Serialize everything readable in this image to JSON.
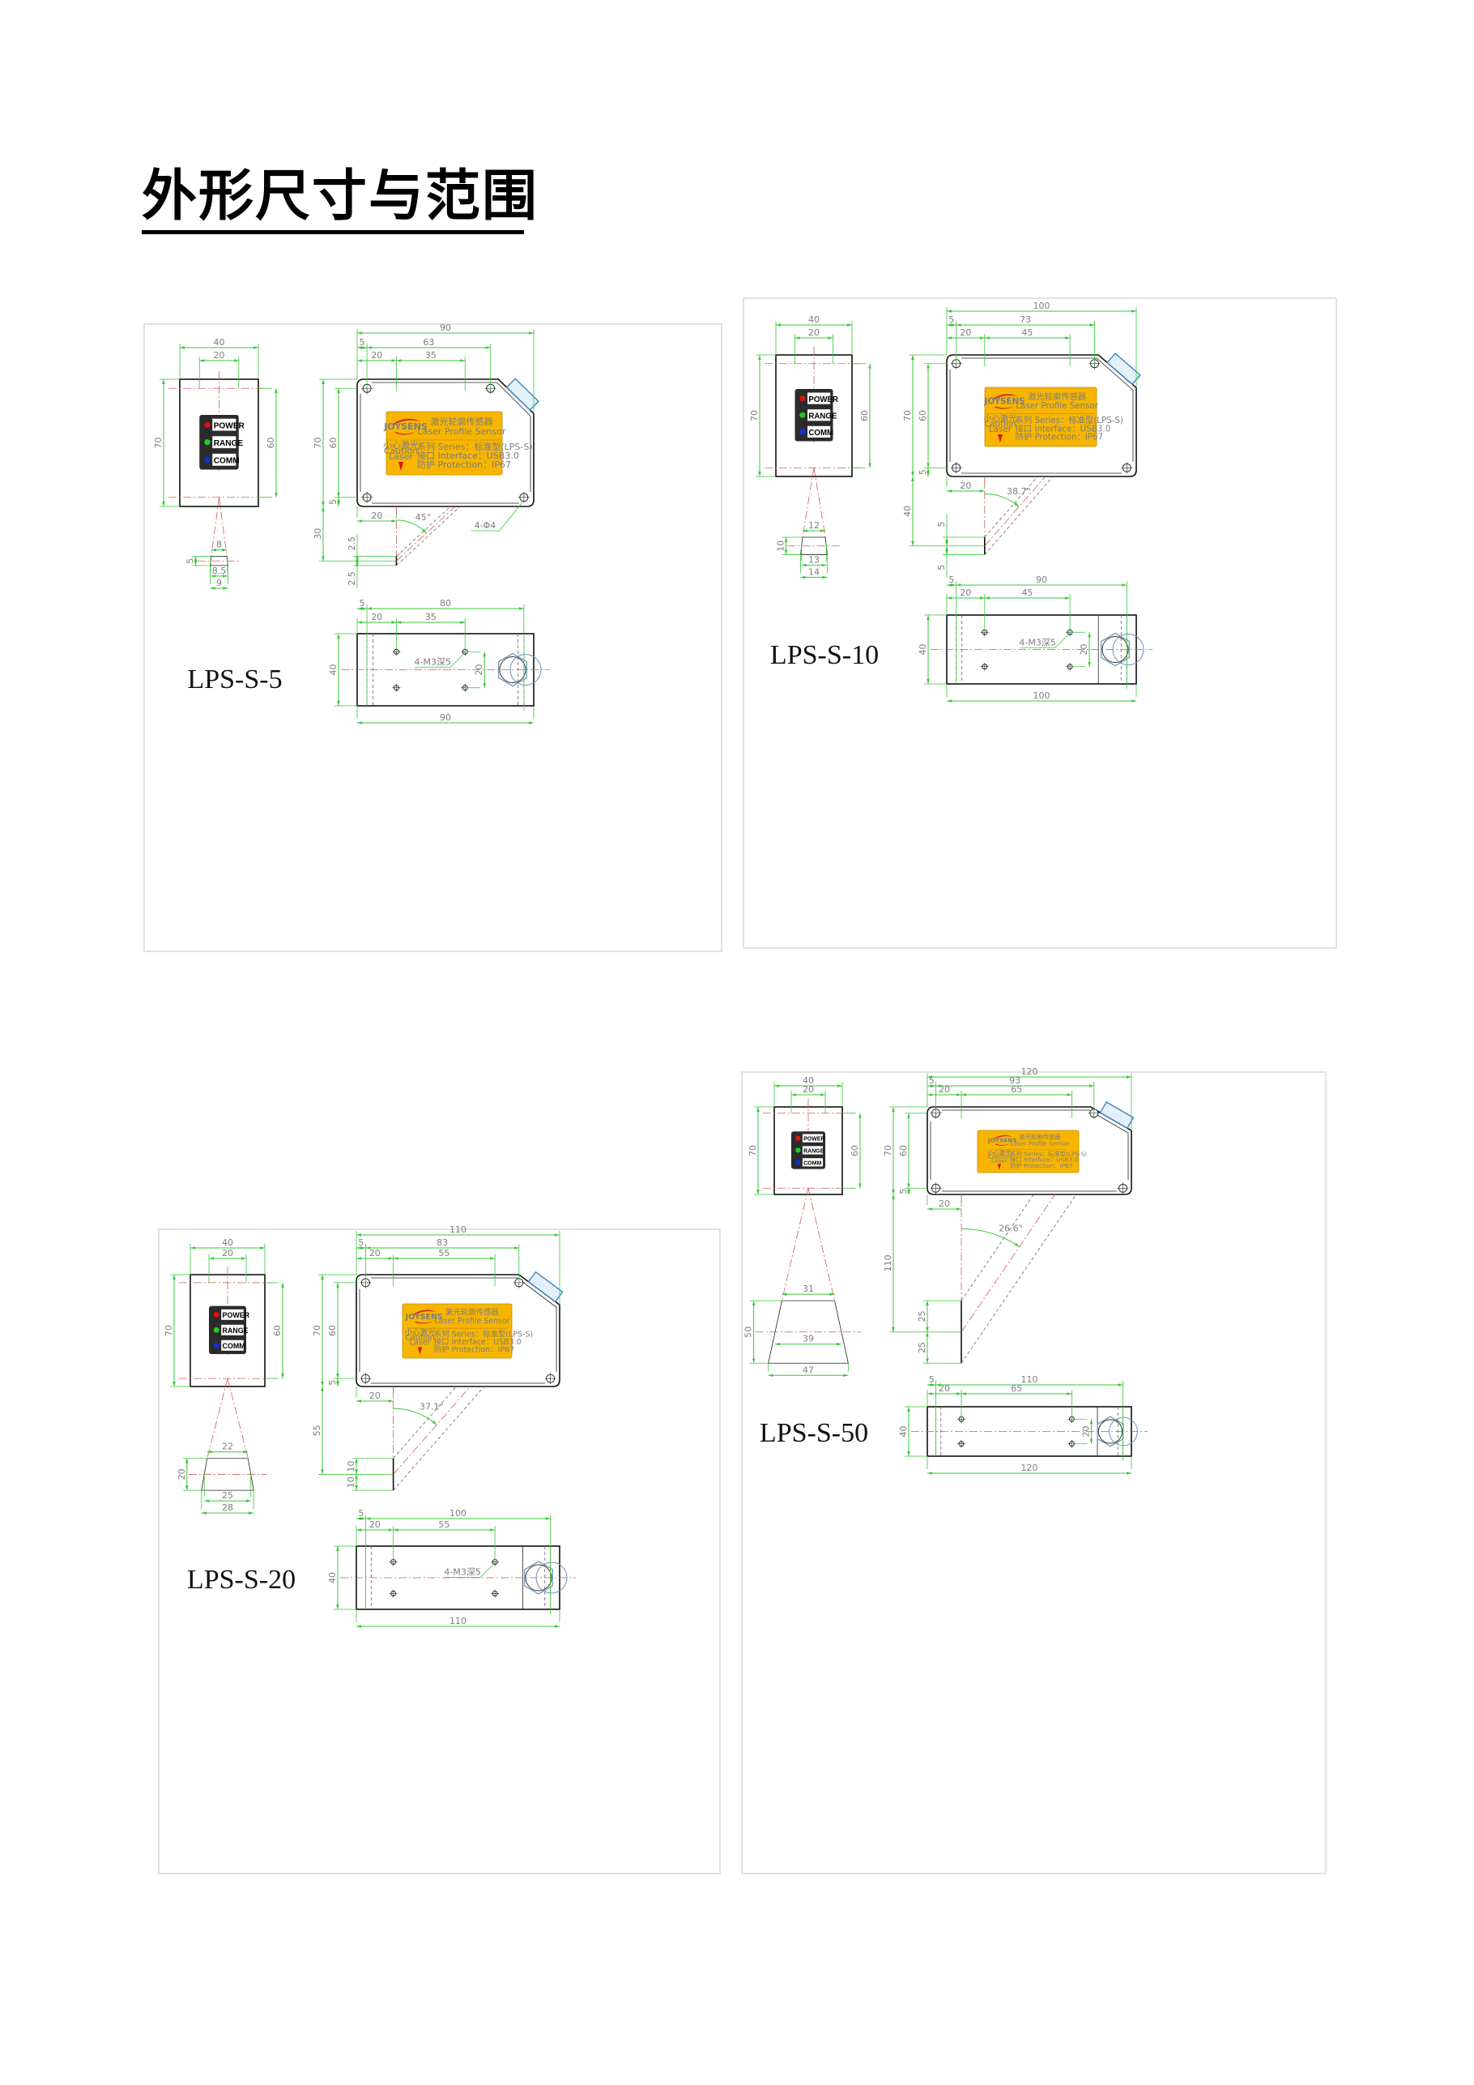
{
  "title": "外形尺寸与范围",
  "indicators": [
    {
      "label": "POWER",
      "color": "#e01010"
    },
    {
      "label": "RANGE",
      "color": "#22cc22"
    },
    {
      "label": "COMM",
      "color": "#1030e0"
    }
  ],
  "label_plate": {
    "brand": "JOYSENS",
    "cn_title": "激光轮廓传感器",
    "en_title": "Laser Profile Sensor",
    "caution_cn": "小心激光",
    "caution_en1": "Caution",
    "caution_en2": "Laser",
    "series": "系列 Series：标准型(LPS-S)",
    "interface": "接口 Interface：USB3.0",
    "protection": "防护 Protection：IP67"
  },
  "colors": {
    "dimension": "#37c837",
    "plate": "#f7b500",
    "centerline": "#d05a5a",
    "connector": "#3a86c8"
  },
  "models": [
    {
      "name": "LPS-S-5",
      "front": {
        "width": "40",
        "inner": "20",
        "height": "70",
        "hole_span": "60"
      },
      "beam": {
        "near": "8",
        "mid": "8.5",
        "far": "9",
        "range": "5"
      },
      "side": {
        "length": "90",
        "offset": "5",
        "hole_span": "63",
        "laser_x": "20",
        "mount_span": "35",
        "height": "70",
        "inner": "60",
        "edge": "5",
        "laser_x2": "20",
        "standoff": "30",
        "range_a": "2.5",
        "range_b": "2.5",
        "angle": "45°",
        "holes": "4-Φ4"
      },
      "bottom": {
        "offset": "5",
        "span": "80",
        "x1": "20",
        "x2": "35",
        "height": "40",
        "hole_spacing": "20",
        "length": "90",
        "threads": "4-M3深5"
      }
    },
    {
      "name": "LPS-S-10",
      "front": {
        "width": "40",
        "inner": "20",
        "height": "70",
        "hole_span": "60"
      },
      "beam": {
        "near": "12",
        "mid": "13",
        "far": "14",
        "range": "10"
      },
      "side": {
        "length": "100",
        "offset": "5",
        "hole_span": "73",
        "laser_x": "20",
        "mount_span": "45",
        "height": "70",
        "inner": "60",
        "edge": "5",
        "laser_x2": "20",
        "standoff": "40",
        "range_a": "5",
        "range_b": "5",
        "angle": "38.7°"
      },
      "bottom": {
        "offset": "5",
        "span": "90",
        "x1": "20",
        "x2": "45",
        "height": "40",
        "hole_spacing": "20",
        "length": "100",
        "threads": "4-M3深5"
      }
    },
    {
      "name": "LPS-S-20",
      "front": {
        "width": "40",
        "inner": "20",
        "height": "70",
        "hole_span": "60"
      },
      "beam": {
        "near": "22",
        "mid": "25",
        "far": "28",
        "range": "20"
      },
      "side": {
        "length": "110",
        "offset": "5",
        "hole_span": "83",
        "laser_x": "20",
        "mount_span": "55",
        "height": "70",
        "inner": "60",
        "edge": "5",
        "laser_x2": "20",
        "standoff": "55",
        "range_a": "10",
        "range_b": "10",
        "angle": "37.1°"
      },
      "bottom": {
        "offset": "5",
        "span": "100",
        "x1": "20",
        "x2": "55",
        "height": "40",
        "length": "110",
        "threads": "4-M3深5"
      }
    },
    {
      "name": "LPS-S-50",
      "front": {
        "width": "40",
        "inner": "20",
        "height": "70",
        "hole_span": "60"
      },
      "beam": {
        "near": "31",
        "mid": "39",
        "far": "47",
        "range": "50"
      },
      "side": {
        "length": "120",
        "offset": "5",
        "hole_span": "93",
        "laser_x": "20",
        "mount_span": "65",
        "height": "70",
        "inner": "60",
        "edge": "5",
        "laser_x2": "20",
        "standoff": "110",
        "range_a": "25",
        "range_b": "25",
        "angle": "26.6°"
      },
      "bottom": {
        "offset": "5",
        "span": "110",
        "x1": "20",
        "x2": "65",
        "height": "40",
        "hole_spacing": "20",
        "length": "120"
      }
    }
  ]
}
